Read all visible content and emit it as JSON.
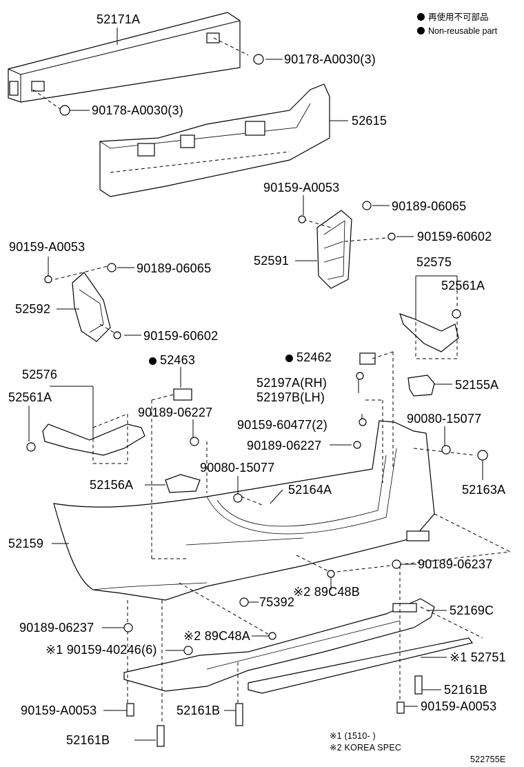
{
  "legend": {
    "item1": "再使用不可部品",
    "item2": "Non-reusable part"
  },
  "labels": {
    "p52171A": "52171A",
    "p90178_upper": "90178-A0030(3)",
    "p90178_lower": "90178-A0030(3)",
    "p52615": "52615",
    "p90159_A0053_r": "90159-A0053",
    "p90189_06065_r": "90189-06065",
    "p90159_60602_r": "90159-60602",
    "p52591": "52591",
    "p52575": "52575",
    "p52561A_r": "52561A",
    "p90159_A0053_l": "90159-A0053",
    "p90189_06065_l": "90189-06065",
    "p52592": "52592",
    "p90159_60602_l": "90159-60602",
    "p52463": "52463",
    "p52462": "52462",
    "p52576": "52576",
    "p52561A_l": "52561A",
    "p52197A": "52197A(RH)",
    "p52197B": "52197B(LH)",
    "p52155A": "52155A",
    "p90189_06227_a": "90189-06227",
    "p90159_60477": "90159-60477(2)",
    "p90080_15077_r": "90080-15077",
    "p90189_06227_b": "90189-06227",
    "p90080_15077_c": "90080-15077",
    "p52163A": "52163A",
    "p52156A": "52156A",
    "p52164A": "52164A",
    "p52159": "52159",
    "p90189_06237_r": "90189-06237",
    "p89C48B": "※2 89C48B",
    "p75392": "75392",
    "p52169C": "52169C",
    "p90189_06237_l": "90189-06237",
    "p89C48A": "※2 89C48A",
    "p90159_40246": "※1 90159-40246(6)",
    "p52751": "※1 52751",
    "p52161B_r": "52161B",
    "p90159_A0053_bl": "90159-A0053",
    "p52161B_m": "52161B",
    "p90159_A0053_br": "90159-A0053",
    "p52161B_l": "52161B",
    "note1": "※1 (1510-      )",
    "note2": "※2 KOREA SPEC",
    "diagram_code": "522755E"
  }
}
